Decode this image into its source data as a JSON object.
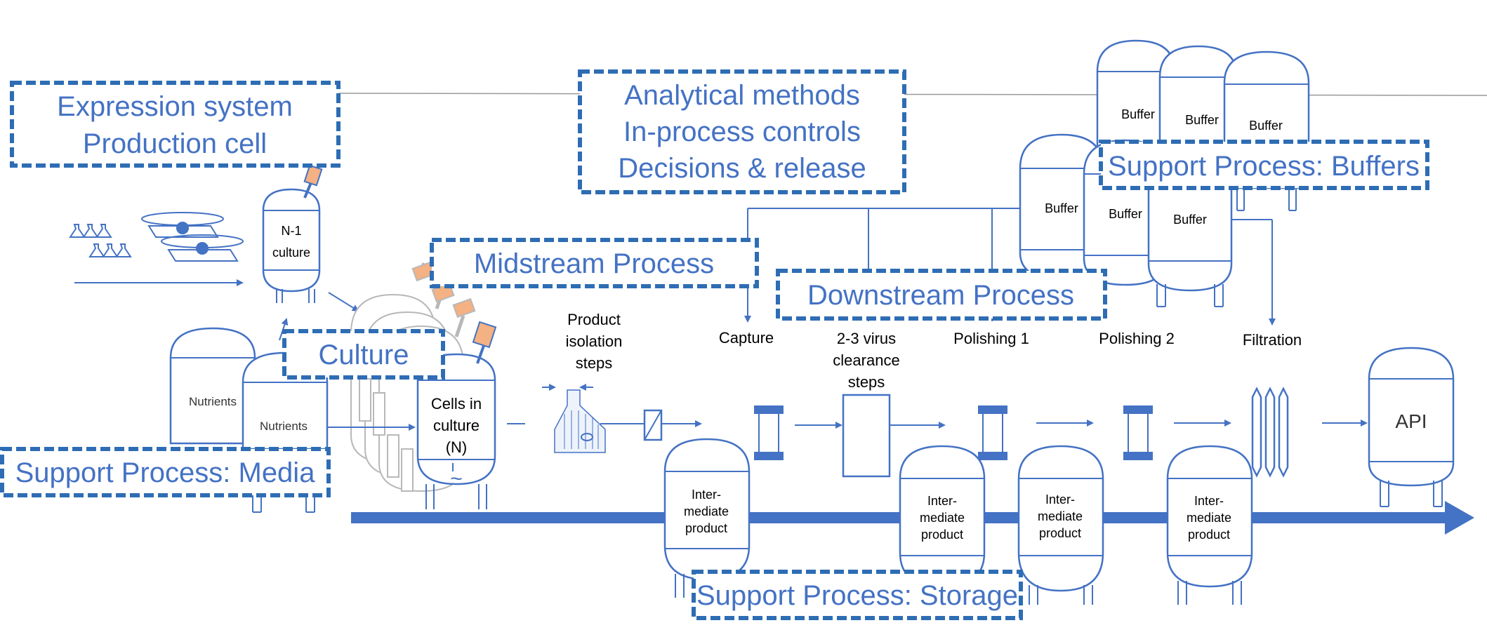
{
  "boxes": {
    "expression_line1": "Expression system",
    "expression_line2": "Production cell",
    "analytical_line1": "Analytical methods",
    "analytical_line2": "In-process controls",
    "analytical_line3": "Decisions & release",
    "midstream": "Midstream Process",
    "downstream": "Downstream Process",
    "culture": "Culture",
    "media": "Support Process: Media",
    "buffers": "Support Process: Buffers",
    "storage": "Support Process: Storage"
  },
  "labels": {
    "n1_line1": "N-1",
    "n1_line2": "culture",
    "nutrients": "Nutrients",
    "cells_line1": "Cells in",
    "cells_line2": "culture",
    "cells_line3": "(N)",
    "tilde": "~",
    "isolation_line1": "Product",
    "isolation_line2": "isolation",
    "isolation_line3": "steps",
    "capture": "Capture",
    "virus_line1": "2-3 virus",
    "virus_line2": "clearance",
    "virus_line3": "steps",
    "polishing1": "Polishing 1",
    "polishing2": "Polishing 2",
    "filtration": "Filtration",
    "buffer": "Buffer",
    "inter_line1": "Inter-",
    "inter_line2": "mediate",
    "inter_line3": "product",
    "api": "API"
  },
  "colors": {
    "accent": "#2e6db4",
    "text": "#4472c4",
    "equipment": "#4472c4",
    "legacy_vessel": "#b8b8b8",
    "probe": "#f4b183"
  }
}
